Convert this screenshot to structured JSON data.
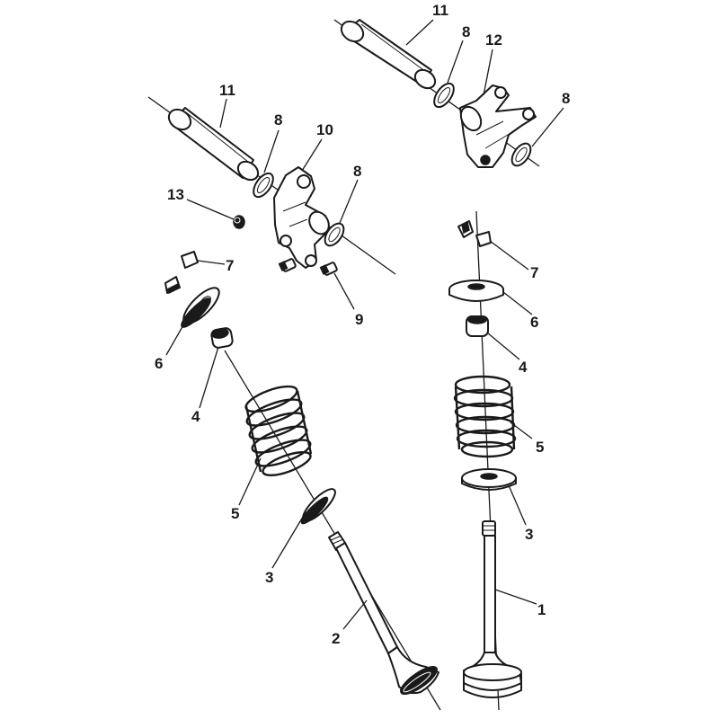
{
  "callouts": {
    "c11_top": "11",
    "c8_top_left": "8",
    "c12": "12",
    "c8_top_right": "8",
    "c11_left": "11",
    "c8_left": "8",
    "c10": "10",
    "c8_mid": "8",
    "c13": "13",
    "c7_left": "7",
    "c9": "9",
    "c7_right": "7",
    "c6_left": "6",
    "c6_right": "6",
    "c4_left": "4",
    "c4_right": "4",
    "c5_right": "5",
    "c5_left": "5",
    "c3_right": "3",
    "c3_left": "3",
    "c1": "1",
    "c2": "2"
  }
}
